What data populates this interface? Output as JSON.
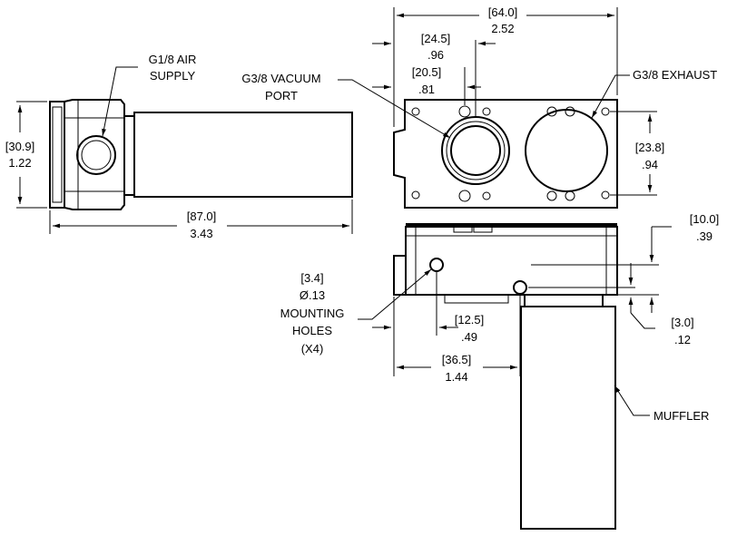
{
  "labels": {
    "air_supply": [
      "G1/8 AIR",
      "SUPPLY"
    ],
    "vacuum_port": [
      "G3/8 VACUUM",
      "PORT"
    ],
    "exhaust": "G3/8 EXHAUST",
    "mounting_holes": [
      "[3.4]",
      "Ø.13",
      "MOUNTING",
      "HOLES",
      "(X4)"
    ],
    "muffler": "MUFFLER"
  },
  "dimensions": {
    "height_30_9": [
      "[30.9]",
      "1.22"
    ],
    "length_87_0": [
      "[87.0]",
      "3.43"
    ],
    "width_64_0": [
      "[64.0]",
      "2.52"
    ],
    "offset_24_5": [
      "[24.5]",
      ".96"
    ],
    "offset_20_5": [
      "[20.5]",
      ".81"
    ],
    "height_23_8": [
      "[23.8]",
      ".94"
    ],
    "offset_10_0": [
      "[10.0]",
      ".39"
    ],
    "offset_3_0": [
      "[3.0]",
      ".12"
    ],
    "offset_12_5": [
      "[12.5]",
      ".49"
    ],
    "offset_36_5": [
      "[36.5]",
      "1.44"
    ]
  }
}
